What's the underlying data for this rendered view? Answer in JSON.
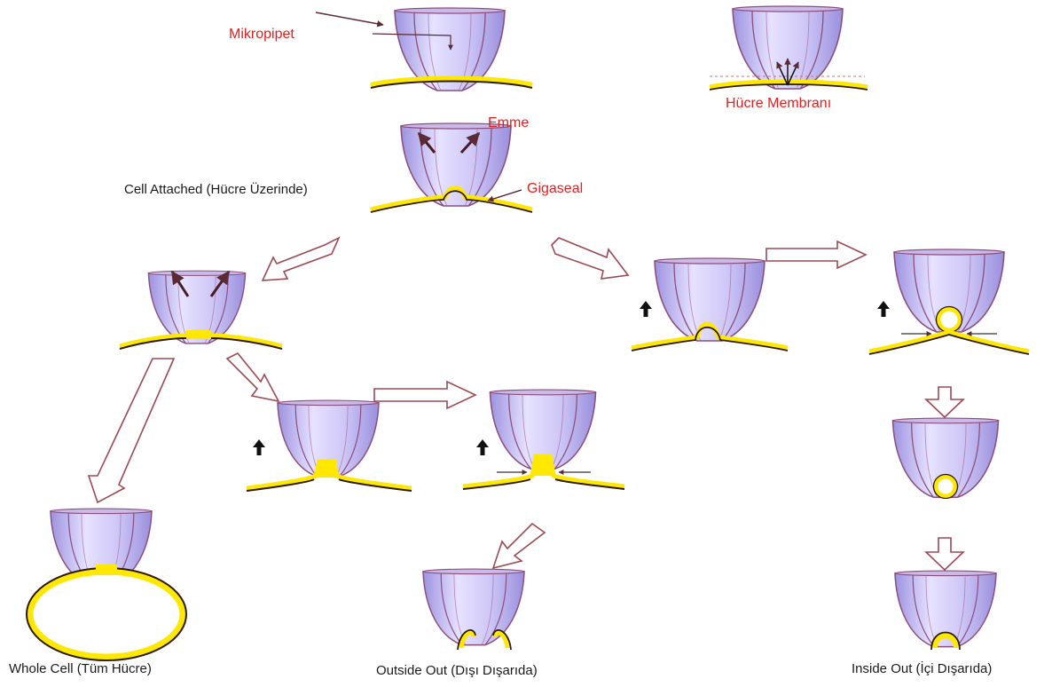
{
  "labels": {
    "mikropipet": "Mikropipet",
    "hucre_membrani": "Hücre Membranı",
    "emme": "Emme",
    "gigaseal": "Gigaseal",
    "cell_attached": "Cell Attached (Hücre Üzerinde)",
    "whole_cell": "Whole Cell (Tüm Hücre)",
    "outside_out": "Outside Out (Dışı Dışarıda)",
    "inside_out": "Inside Out (İçi Dışarıda)"
  },
  "colors": {
    "pipette_fill": "#b9b0ee",
    "pipette_edge": "#8a4f7d",
    "membrane_yellow": "#ffe800",
    "membrane_dark": "#2b1a12",
    "arrow_outline": "#9b4a55",
    "label_red": "#e02020",
    "label_black": "#1a1a1a"
  }
}
